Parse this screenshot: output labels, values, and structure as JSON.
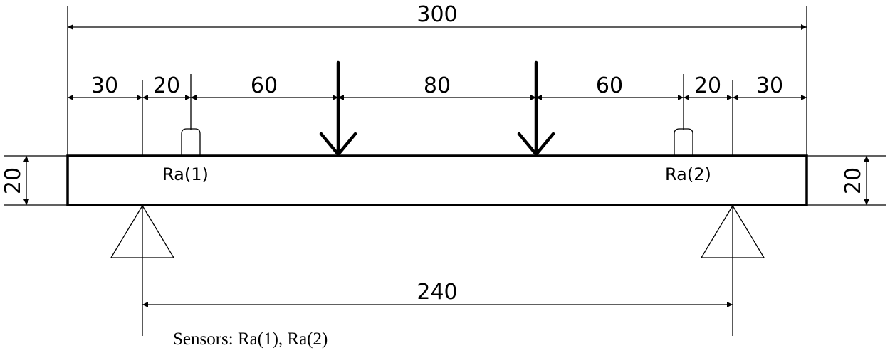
{
  "dimensions": {
    "overall": "300",
    "span": "240",
    "left_overhang": "30",
    "right_overhang": "30",
    "left_support_to_sensor": "20",
    "right_sensor_to_support": "20",
    "left_sensor_to_load": "60",
    "load_to_load": "80",
    "load_to_right_sensor": "60",
    "left_height": "20",
    "right_height": "20"
  },
  "labels": {
    "sensor_left": "Ra(1)",
    "sensor_right": "Ra(2)"
  },
  "note": "Sensors: Ra(1), Ra(2)"
}
